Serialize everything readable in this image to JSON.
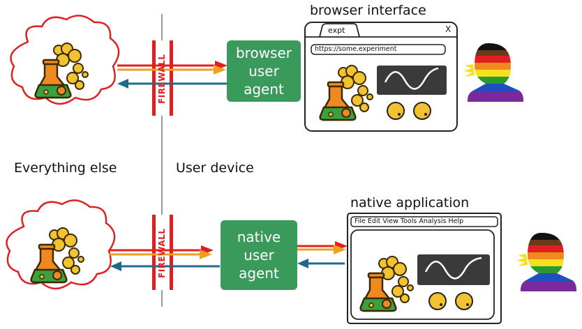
{
  "labels": {
    "everything_else": "Everything else",
    "user_device": "User device",
    "browser_interface": "browser interface",
    "native_application": "native application"
  },
  "firewall": {
    "text": "FIREWALL"
  },
  "browser_agent": {
    "line1": "browser",
    "line2": "user",
    "line3": "agent"
  },
  "native_agent": {
    "line1": "native",
    "line2": "user",
    "line3": "agent"
  },
  "browser_window": {
    "tab_label": "expt",
    "close_label": "X",
    "url": "https://some.experiment"
  },
  "native_window": {
    "menubar": "File Edit View Tools Analysis Help"
  },
  "colors": {
    "firewall_red": "#e02020",
    "agent_green": "#3a9a5c",
    "arrow_red": "#e02020",
    "arrow_orange": "#f0a020",
    "arrow_blue": "#1f6a8a",
    "flask_orange": "#f08a20",
    "liquid_green": "#3aa040",
    "bubble_yellow": "#f2c230",
    "screen_dark": "#3a3a3a"
  },
  "icons": [
    "cloud-icon",
    "flask-icon",
    "sine-wave-icon",
    "knob-icon",
    "person-pride-icon"
  ]
}
